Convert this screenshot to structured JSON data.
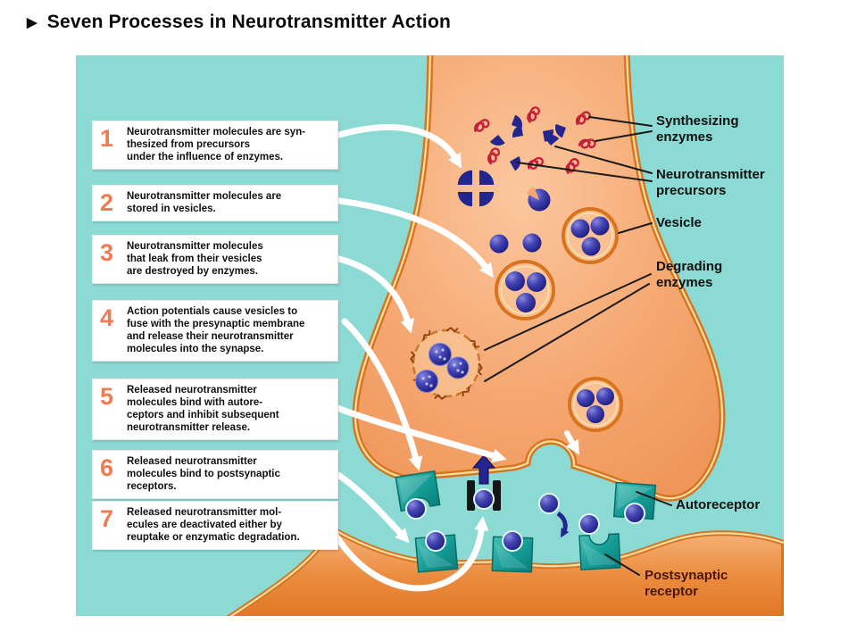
{
  "title": {
    "bullet": "▶",
    "text": "Seven Processes in Neurotransmitter Action"
  },
  "steps": [
    {
      "num": "1",
      "text": "Neurotransmitter molecules are syn-\nthesized from precursors\nunder the influence of enzymes."
    },
    {
      "num": "2",
      "text": "Neurotransmitter molecules are\nstored in vesicles."
    },
    {
      "num": "3",
      "text": "Neurotransmitter molecules\nthat leak from their vesicles\nare destroyed by enzymes."
    },
    {
      "num": "4",
      "text": "Action potentials cause vesicles to\nfuse with the presynaptic membrane\nand release their neurotransmitter\nmolecules into the synapse."
    },
    {
      "num": "5",
      "text": "Released neurotransmitter\nmolecules bind with autore-\nceptors and inhibit subsequent\nneurotransmitter release."
    },
    {
      "num": "6",
      "text": "Released neurotransmitter\nmolecules bind to postsynaptic\nreceptors."
    },
    {
      "num": "7",
      "text": "Released neurotransmitter mol-\necules are deactivated either by\nreuptake or enzymatic degradation."
    }
  ],
  "labels": {
    "synthesizing_enzymes": "Synthesizing\nenzymes",
    "neurotransmitter_precursors": "Neurotransmitter\nprecursors",
    "vesicle": "Vesicle",
    "degrading_enzymes": "Degrading\nenzymes",
    "autoreceptor": "Autoreceptor",
    "postsynaptic_receptor": "Postsynaptic\nreceptor"
  },
  "colors": {
    "teal": "#8BDAD3",
    "membrane": "#D8741E",
    "cream": "#F6DFA6",
    "navy": "#23268F",
    "red": "#C5203A",
    "receptor": "#149A94",
    "num": "#F07B52",
    "ink": "#101010",
    "maroon": "#4A150A"
  }
}
